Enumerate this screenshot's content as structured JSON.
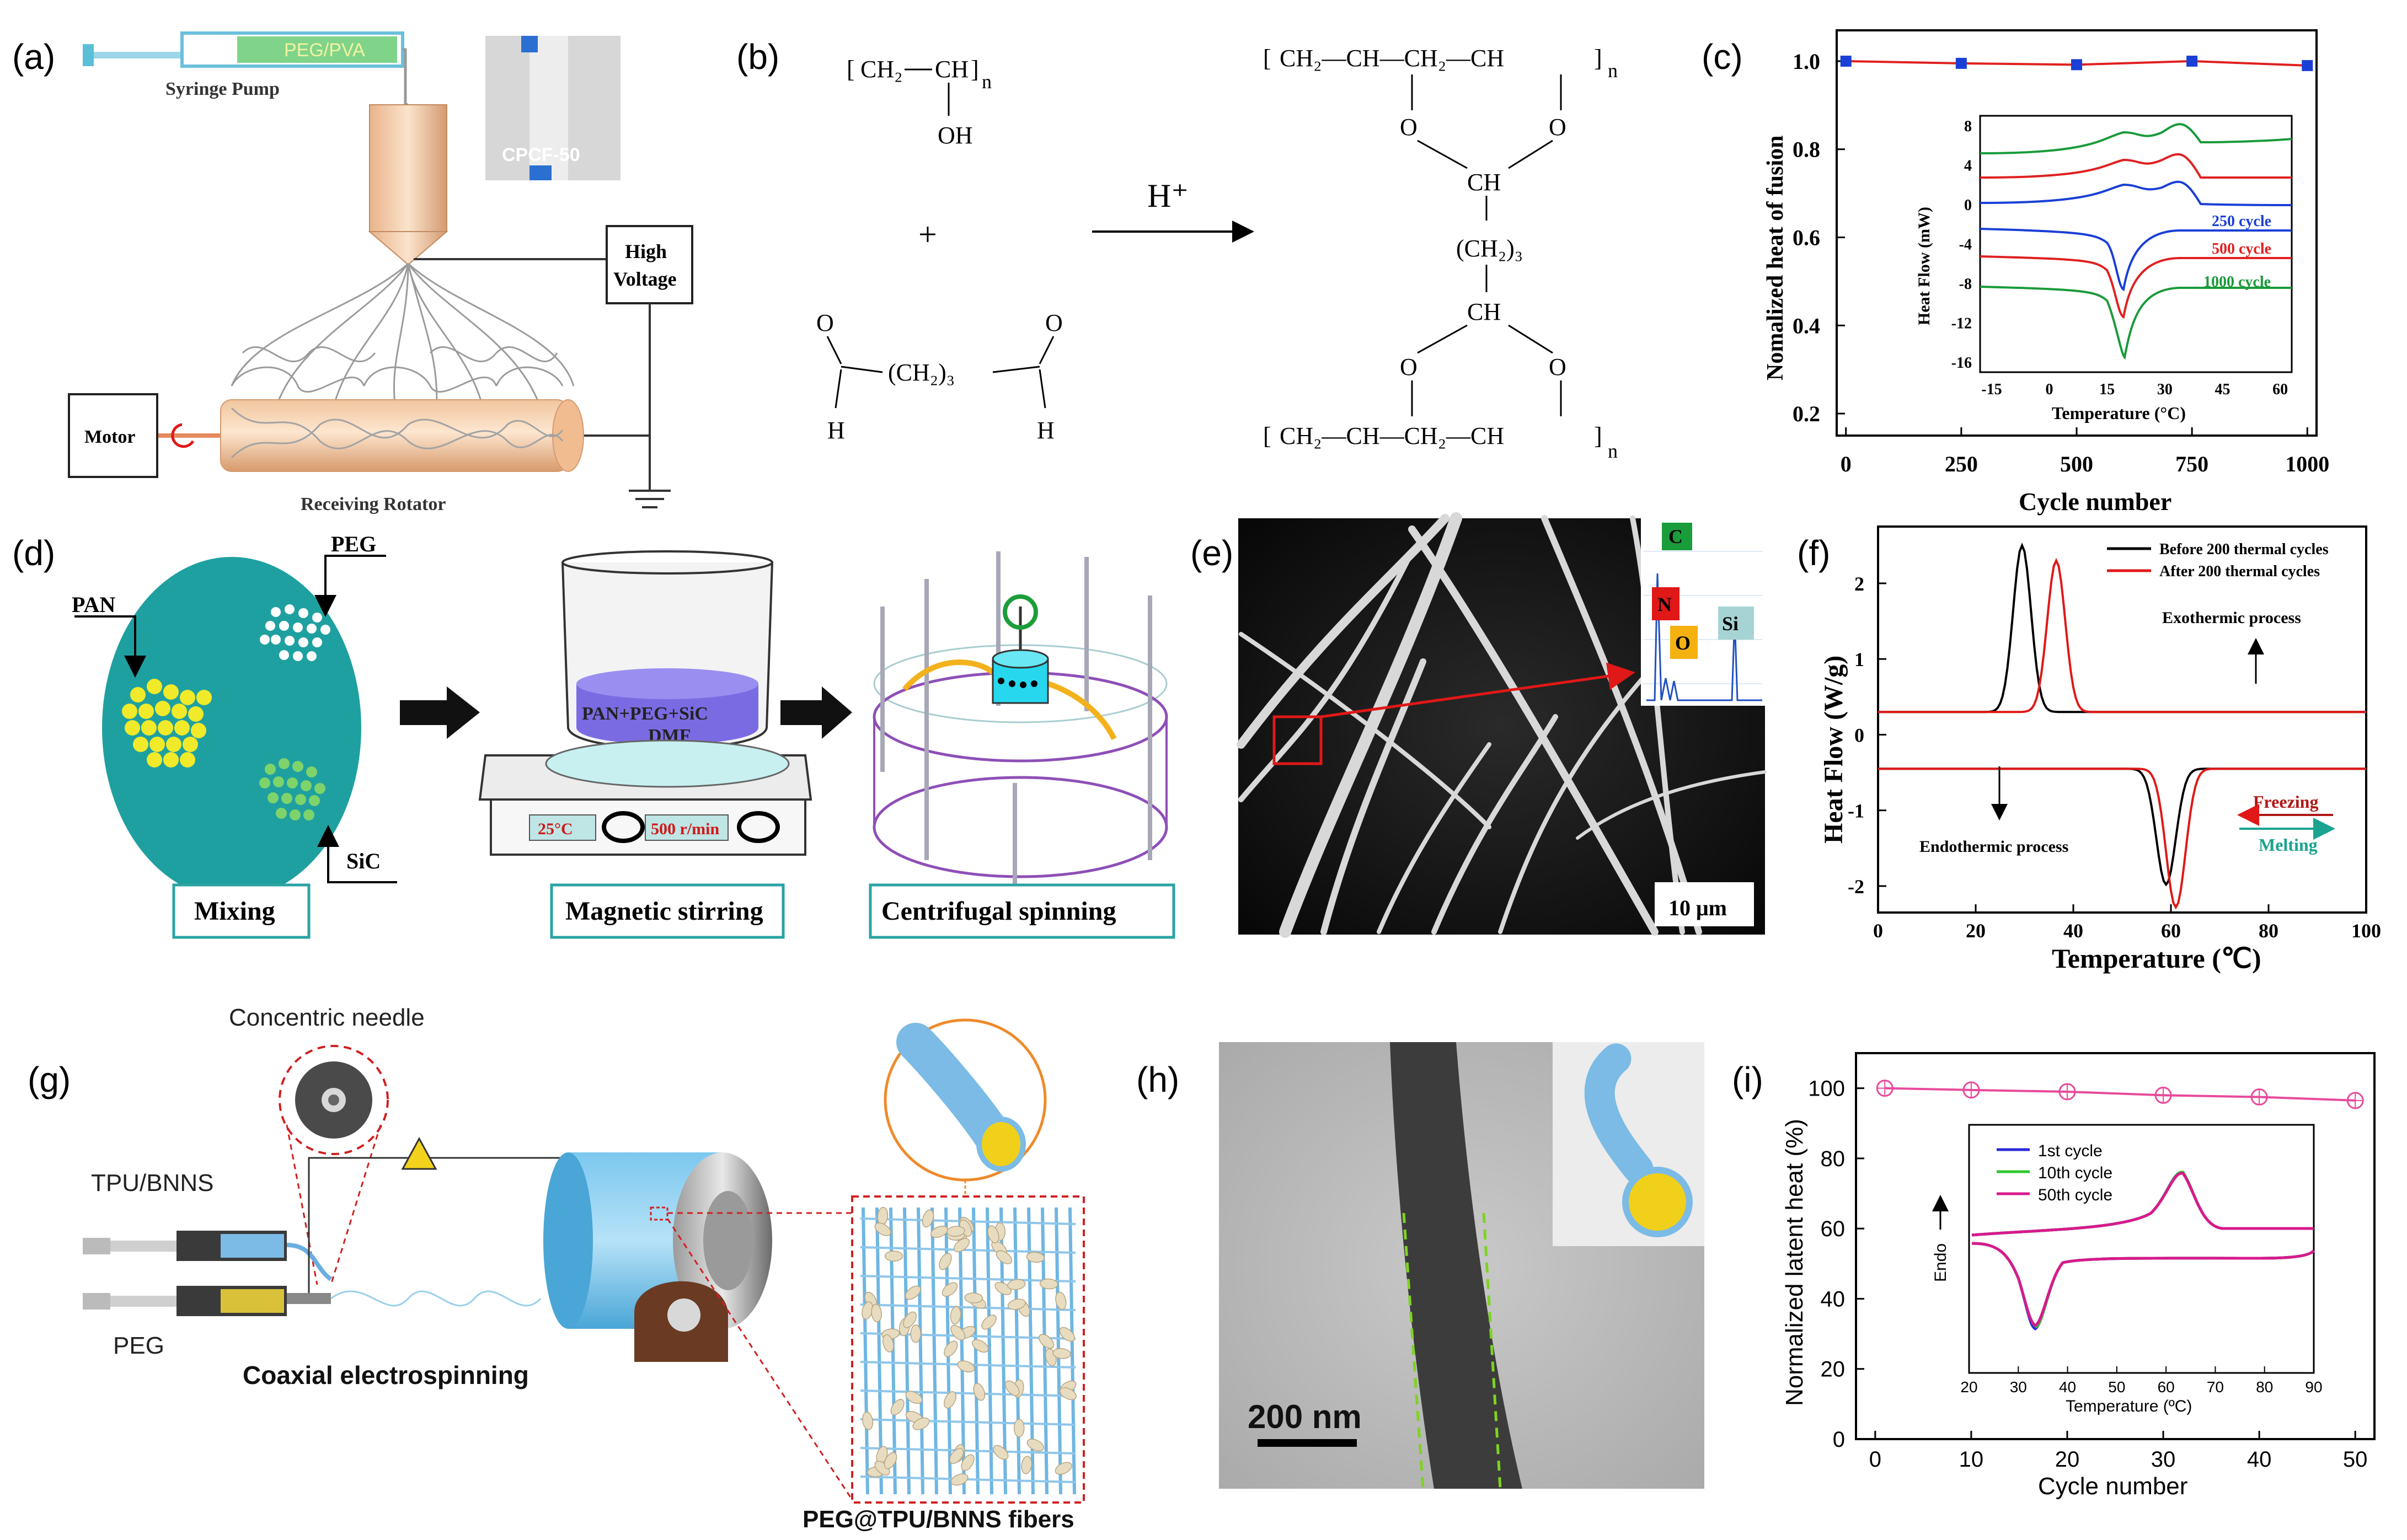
{
  "labels": {
    "a": "(a)",
    "b": "(b)",
    "c": "(c)",
    "d": "(d)",
    "e": "(e)",
    "f": "(f)",
    "g": "(g)",
    "h": "(h)",
    "i": "(i)"
  },
  "panel_a": {
    "syringe_content": "PEG/PVA",
    "syringe_pump": "Syringe Pump",
    "photo_label": "CPCF-50",
    "high_voltage_1": "High",
    "high_voltage_2": "Voltage",
    "motor": "Motor",
    "rotator": "Receiving Rotator"
  },
  "panel_b": {
    "pva_ch2": "CH₂",
    "pva_ch": "CH",
    "pva_oh": "OH",
    "n": "n",
    "plus": "+",
    "o1": "O",
    "o2": "O",
    "h1": "H",
    "h2": "H",
    "glut_mid": "(CH₂)₃",
    "catalyst": "H⁺",
    "prod_top": "CH₂—CH—CH₂—CH",
    "prod_o": "O",
    "prod_ch": "CH",
    "prod_mid": "(CH₂)₃",
    "prod_bottom": "CH₂—CH—CH₂—CH"
  },
  "panel_c": {
    "ylabel": "Nomalized heat of fusion",
    "xlabel": "Cycle number",
    "inset_ylabel": "Heat Flow (mW)",
    "inset_xlabel": "Temperature (°C)",
    "legend": [
      "250 cycle",
      "500 cycle",
      "1000 cycle"
    ],
    "legend_colors": [
      "#1a3fd6",
      "#e02020",
      "#1a9a3a"
    ]
  },
  "panel_d": {
    "pan": "PAN",
    "peg": "PEG",
    "sic": "SiC",
    "beaker_line1": "PAN+PEG+SiC",
    "beaker_line2": "DMF",
    "temp": "25°C",
    "speed": "500 r/min",
    "step1": "Mixing",
    "step2": "Magnetic stirring",
    "step3": "Centrifugal spinning"
  },
  "panel_e": {
    "scale": "10 μm",
    "eds": [
      "C",
      "N",
      "O",
      "Si"
    ]
  },
  "panel_f": {
    "ylabel": "Heat Flow (W/g)",
    "xlabel": "Temperature (℃)",
    "legend": [
      "Before 200 thermal cycles",
      "After 200 thermal cycles"
    ],
    "exo": "Exothermic process",
    "endo": "Endothermic process",
    "freezing": "Freezing",
    "melting": "Melting"
  },
  "panel_g": {
    "needle": "Concentric needle",
    "tpu": "TPU/BNNS",
    "peg": "PEG",
    "method": "Coaxial electrospinning",
    "fibers": "PEG@TPU/BNNS fibers"
  },
  "panel_h": {
    "scale": "200 nm"
  },
  "panel_i": {
    "ylabel": "Normalized latent heat (%)",
    "xlabel": "Cycle number",
    "inset_ylabel": "Endo",
    "inset_xlabel": "Temperature (ºC)",
    "legend": [
      "1st cycle",
      "10th cycle",
      "50th cycle"
    ],
    "legend_colors": [
      "#2a2ad8",
      "#2ec82e",
      "#d81a8c"
    ]
  },
  "chart_data": [
    {
      "type": "line",
      "panel": "c",
      "xlabel": "Cycle number",
      "ylabel": "Nomalized heat of fusion",
      "x": [
        0,
        250,
        500,
        750,
        1000
      ],
      "series": [
        {
          "values": [
            1.0,
            0.995,
            0.992,
            1.0,
            0.99
          ]
        }
      ],
      "xlim": [
        -20,
        1020
      ],
      "ylim": [
        0.15,
        1.07
      ],
      "xticks": [
        0,
        250,
        500,
        750,
        1000
      ],
      "yticks": [
        0.2,
        0.4,
        0.6,
        0.8,
        1.0
      ],
      "inset": {
        "xticks": [
          -15,
          0,
          15,
          30,
          45,
          60
        ],
        "yticks": [
          8,
          4,
          0,
          -4,
          -8,
          -12,
          -16
        ],
        "xlim": [
          -18,
          63
        ],
        "ylim": [
          -17,
          9
        ]
      }
    },
    {
      "type": "line",
      "panel": "f",
      "xlabel": "Temperature (℃)",
      "ylabel": "Heat Flow (W/g)",
      "xlim": [
        0,
        100
      ],
      "ylim": [
        -2.35,
        2.75
      ],
      "xticks": [
        0,
        20,
        40,
        60,
        80,
        100
      ],
      "yticks": [
        2,
        1,
        0,
        -1,
        -2
      ],
      "series": [
        {
          "name": "Before 200 thermal cycles",
          "color": "#000000",
          "exo_peak": {
            "x": 29.5,
            "y": 2.55
          },
          "endo_peak": {
            "x": 59,
            "y": -1.98
          }
        },
        {
          "name": "After 200 thermal cycles",
          "color": "#e01818",
          "exo_peak": {
            "x": 36.5,
            "y": 2.35
          },
          "endo_peak": {
            "x": 61,
            "y": -2.28
          }
        }
      ]
    },
    {
      "type": "line",
      "panel": "i",
      "xlabel": "Cycle number",
      "ylabel": "Normalized latent heat (%)",
      "x": [
        1,
        10,
        20,
        30,
        40,
        50
      ],
      "series": [
        {
          "values": [
            100,
            99.5,
            99,
            98,
            97.5,
            96.5
          ]
        }
      ],
      "xlim": [
        -2,
        52
      ],
      "ylim": [
        0,
        110
      ],
      "xticks": [
        0,
        10,
        20,
        30,
        40,
        50
      ],
      "yticks": [
        0,
        20,
        40,
        60,
        80,
        100
      ],
      "inset": {
        "xticks": [
          20,
          30,
          40,
          50,
          60,
          70,
          80,
          90
        ],
        "xlim": [
          20,
          90
        ],
        "exo_peak_x": 34,
        "endo_peak_x": 62
      }
    }
  ]
}
